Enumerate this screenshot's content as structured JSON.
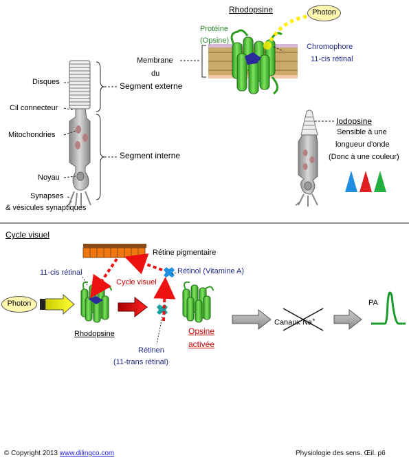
{
  "top": {
    "rhodopsine_title": "Rhodopsine",
    "photon_label": "Photon",
    "protein_label_1": "Protéine",
    "protein_label_2": "(Opsine)",
    "chromophore_1": "Chromophore",
    "chromophore_2": "11-cis rétinal",
    "membrane_1": "Membrane",
    "membrane_2": "du",
    "segment_externe": "Segment externe",
    "segment_interne": "Segment interne",
    "disques": "Disques",
    "cil_connecteur": "Cil connecteur",
    "mitochondries": "Mitochondries",
    "noyau": "Noyau",
    "synapses_1": "Synapses",
    "synapses_2": "& vésicules synaptiques",
    "iodopsine_title": "Iodopsine",
    "iodopsine_1": "Sensible à une",
    "iodopsine_2": "longueur d'onde",
    "iodopsine_3": "(Donc à une couleur)"
  },
  "cycle": {
    "title": "Cycle visuel",
    "retine_pigmentaire": "Rétine pigmentaire",
    "cis_retinal": "11-cis rétinal",
    "retinol": "Rétinol (Vitamine A)",
    "cycle_visuel": "Cycle visuel",
    "photon_label": "Photon",
    "rhodopsine": "Rhodopsine",
    "opsine_1": "Opsine",
    "opsine_2": "activée",
    "retinen_1": "Rétinen",
    "retinen_2": "(11-trans rétinal)",
    "canaux_na": "Canaux Na",
    "canaux_sup": "+",
    "pa": "PA"
  },
  "footer": {
    "copyright": "© Copyright 2013",
    "link": "www.dilingco.com",
    "right": "Physiologie des sens. Œil. p6"
  },
  "colors": {
    "helix_green": "#44cc33",
    "chromophore_blue": "#2a2a9a",
    "photon_yellow": "#ffee00",
    "cycle_red": "#ee1111",
    "cell_gray": "#aaaaaa",
    "pigment_orange": "#ee7711",
    "cone_blue": "#1e8fe0",
    "cone_red": "#e02020",
    "cone_green": "#20b040"
  }
}
